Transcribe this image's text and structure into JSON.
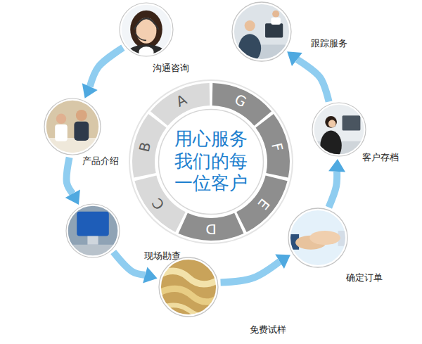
{
  "diagram": {
    "nodes": [
      {
        "text": [
          "用心服务 我们的每 一位客户"
        ]
      },
      {
        "text": [
          "沟通咨询"
        ]
      },
      {
        "text": [
          "产品介绍"
        ]
      },
      {
        "text": [
          "现场勘查"
        ]
      },
      {
        "text": [
          "免费试样"
        ]
      },
      {
        "text": [
          "确定订单"
        ]
      },
      {
        "text": [
          "客户存档"
        ]
      },
      {
        "text": [
          "跟踪服务"
        ]
      }
    ],
    "edges": [
      {
        "from": 1,
        "to": 2,
        "arrow": "to"
      },
      {
        "from": 2,
        "to": 3,
        "arrow": "to"
      },
      {
        "from": 3,
        "to": 4,
        "arrow": "to"
      },
      {
        "from": 4,
        "to": 5,
        "arrow": "to"
      },
      {
        "from": 5,
        "to": 6,
        "arrow": "to"
      },
      {
        "from": 6,
        "to": 7,
        "arrow": "to"
      }
    ],
    "labels": [
      "A",
      "B",
      "C",
      "D",
      "E",
      "F",
      "G"
    ]
  }
}
